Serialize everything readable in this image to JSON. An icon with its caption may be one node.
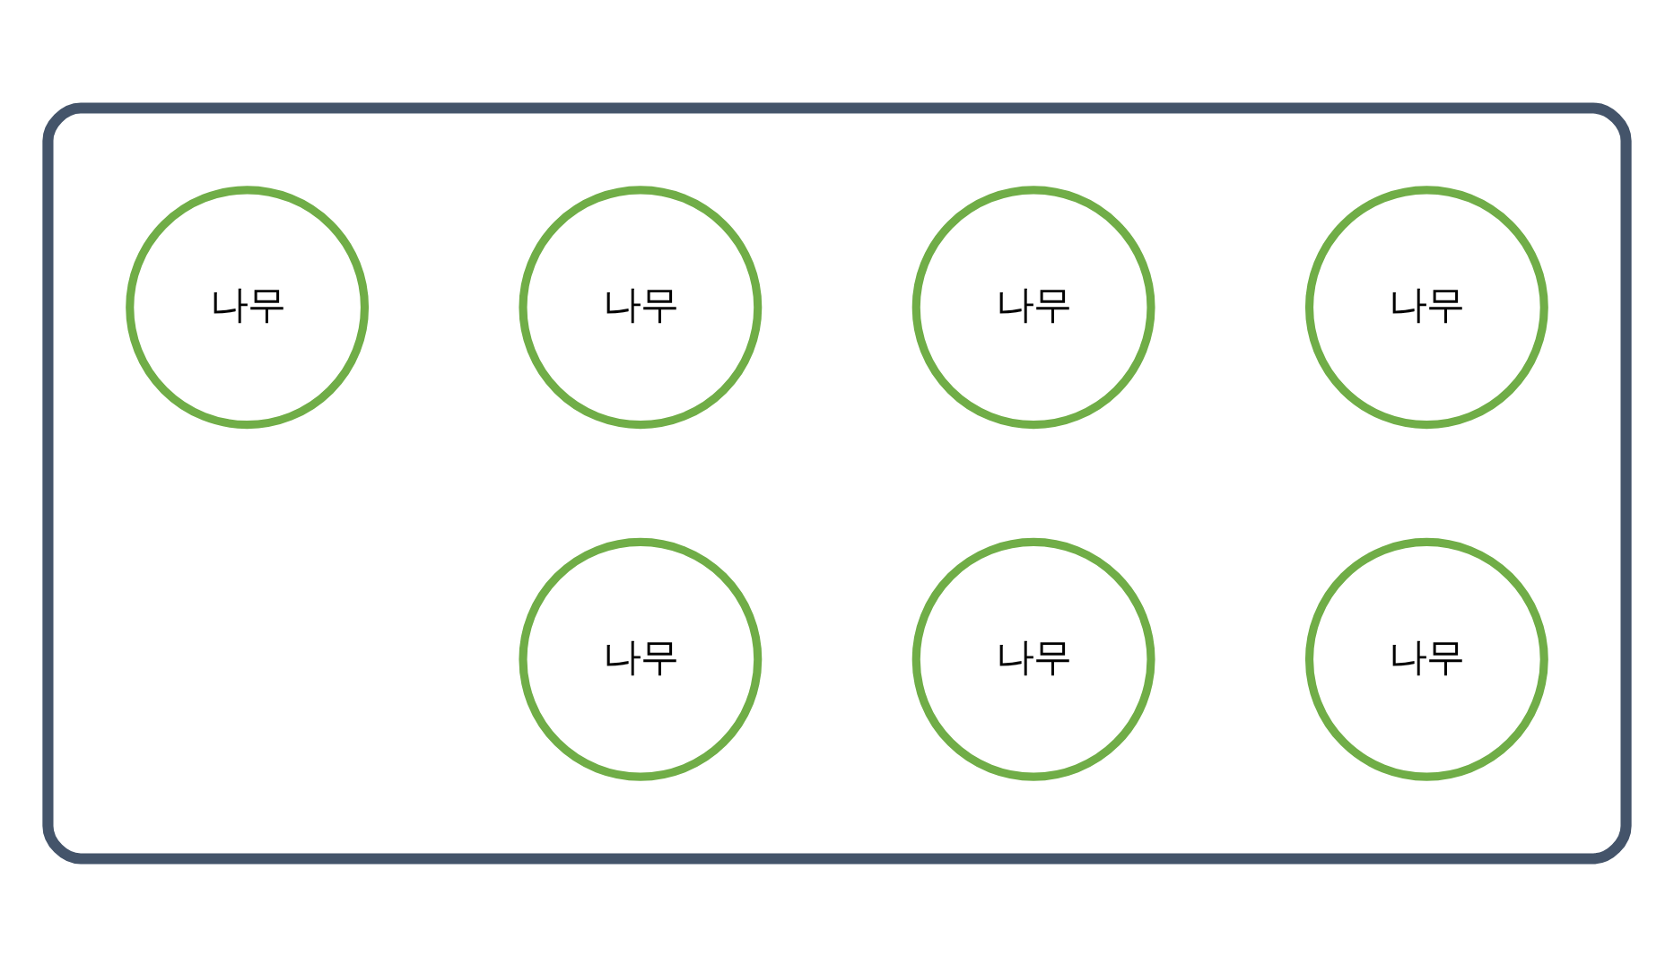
{
  "diagram": {
    "nodes": [
      {
        "text": [],
        "shape": "box"
      },
      {
        "text": [
          "나무"
        ],
        "in": 0
      },
      {
        "text": [
          "나무"
        ],
        "in": 0
      },
      {
        "text": [
          "나무"
        ],
        "in": 0
      },
      {
        "text": [
          "나무"
        ],
        "in": 0
      },
      {
        "text": [
          "나무"
        ],
        "in": 0
      },
      {
        "text": [
          "나무"
        ],
        "in": 0
      },
      {
        "text": [
          "나무"
        ],
        "in": 0
      }
    ],
    "edges": []
  }
}
